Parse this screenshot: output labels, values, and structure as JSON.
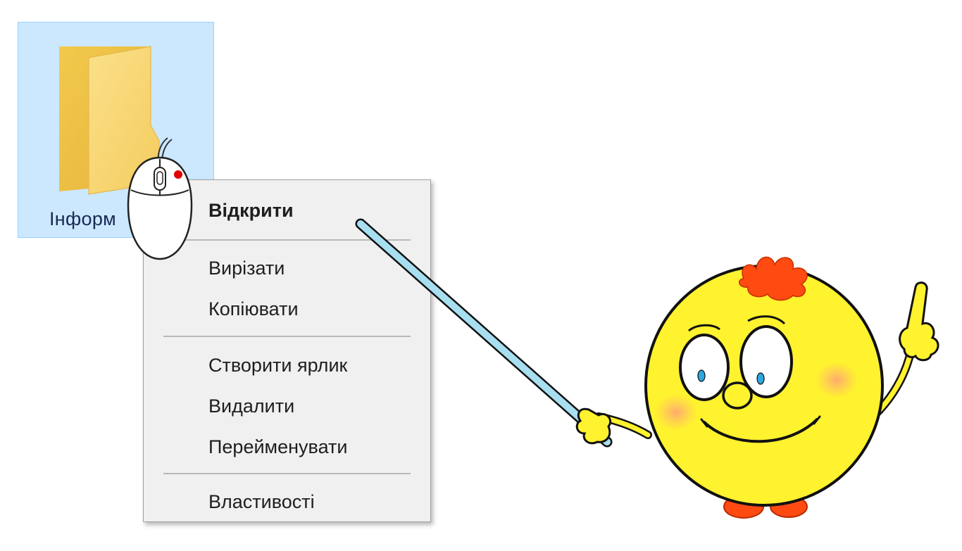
{
  "folder": {
    "label": "Інформ",
    "icon": "folder-icon",
    "colors": {
      "selection_bg": "#cce8ff",
      "selection_border": "#99d1ff",
      "folder_yellow": "#f7d26a"
    }
  },
  "context_menu": {
    "items": [
      {
        "label": "Відкрити",
        "default": true
      },
      {
        "label": "Вирізати"
      },
      {
        "label": "Копіювати"
      },
      {
        "label": "Створити ярлик"
      },
      {
        "label": "Видалити"
      },
      {
        "label": "Перейменувати"
      },
      {
        "label": "Властивості"
      }
    ],
    "colors": {
      "background": "#f0f0f0",
      "text": "#1e1e1e",
      "separator": "#b8b8b8"
    }
  },
  "mouse": {
    "icon": "mouse-right-click-icon",
    "highlight": "right-button",
    "highlight_color": "#e00000"
  },
  "mascot": {
    "icon": "smiley-pointer-mascot",
    "pointer_target": "Відкрити",
    "colors": {
      "body": "#fff22e",
      "hair": "#ff4a12",
      "pointer": "#a8dff0"
    }
  }
}
